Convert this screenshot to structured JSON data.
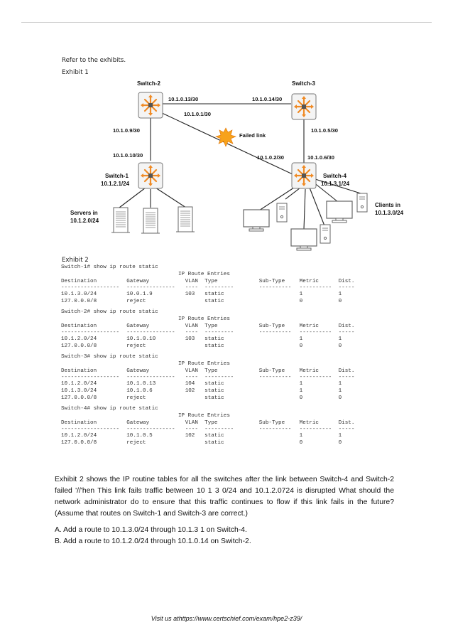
{
  "exhibit1": {
    "intro": "Refer to the exhibits.",
    "title": "Exhibit 1",
    "switches": {
      "sw2": "Switch-2",
      "sw3": "Switch-3",
      "sw1_name": "Switch-1",
      "sw1_net": "10.1.2.1/24",
      "sw4_name": "Switch-4",
      "sw4_net": "10.1.3.1/24"
    },
    "links": {
      "ip_a": "10.1.0.13/30",
      "ip_b": "10.1.0.14/30",
      "ip_c": "10.1.0.1/30",
      "ip_d": "10.1.0.9/30",
      "ip_e": "10.1.0.5/30",
      "ip_f": "10.1.0.10/30",
      "ip_g": "10.1.0.2/30",
      "ip_h": "10.1.0.6/30",
      "failed": "Failed link"
    },
    "servers_line1": "Servers in",
    "servers_line2": "10.1.2.0/24",
    "clients_line1": "Clients in",
    "clients_line2": "10.1.3.0/24"
  },
  "exhibit2": {
    "title": "Exhibit 2",
    "table_title": "IP Route Entries",
    "headers": [
      "Destination",
      "Gateway",
      "VLAN",
      "Type",
      "Sub-Type",
      "Metric",
      "Dist."
    ],
    "dashes": [
      "------------------",
      "---------------",
      "----",
      "---------",
      "----------",
      "----------",
      "-----"
    ],
    "switches": [
      {
        "prompt": "Switch-1# show ip route static",
        "rows": [
          [
            "10.1.3.0/24",
            "10.0.1.9",
            "103",
            "static",
            "",
            "1",
            "1"
          ],
          [
            "127.0.0.0/8",
            "reject",
            "",
            "static",
            "",
            "0",
            "0"
          ]
        ]
      },
      {
        "prompt": "Switch-2# show ip route static",
        "rows": [
          [
            "10.1.2.0/24",
            "10.1.0.10",
            "103",
            "static",
            "",
            "1",
            "1"
          ],
          [
            "127.0.0.0/8",
            "reject",
            "",
            "static",
            "",
            "0",
            "0"
          ]
        ]
      },
      {
        "prompt": "Switch-3# show ip route static",
        "rows": [
          [
            "10.1.2.0/24",
            "10.1.0.13",
            "104",
            "static",
            "",
            "1",
            "1"
          ],
          [
            "10.1.3.0/24",
            "10.1.0.6",
            "102",
            "static",
            "",
            "1",
            "1"
          ],
          [
            "127.0.0.0/8",
            "reject",
            "",
            "static",
            "",
            "0",
            "0"
          ]
        ]
      },
      {
        "prompt": "Switch-4# show ip route static",
        "rows": [
          [
            "10.1.2.0/24",
            "10.1.0.5",
            "102",
            "static",
            "",
            "1",
            "1"
          ],
          [
            "127.0.0.0/8",
            "reject",
            "",
            "static",
            "",
            "0",
            "0"
          ]
        ]
      }
    ]
  },
  "question": "Exhibit 2 shows the IP routine tables for all the switches after the link between Switch-4 and Switch-2 failed '//'hen This link fails traffic between 10 1 3 0/24 and 10.1.2.0724 is disrupted What should the network administrator do to ensure that this traffic continues to flow if this link fails in the future? (Assume that routes on Switch-1 and Switch-3 are correct.)",
  "answers": [
    "A. Add a route to 10.1.3.0/24 through 10.1.3 1 on Switch-4.",
    "B. Add a route to 10.1.2.0/24 through 10.1.0.14 on Switch-2."
  ],
  "footer": "Visit us athttps://www.certschief.com/exam/hpe2-z39/",
  "colors": {
    "switch_orange": "#f08a24",
    "burst": "#f7a21b",
    "rule": "#cfcfcf"
  }
}
